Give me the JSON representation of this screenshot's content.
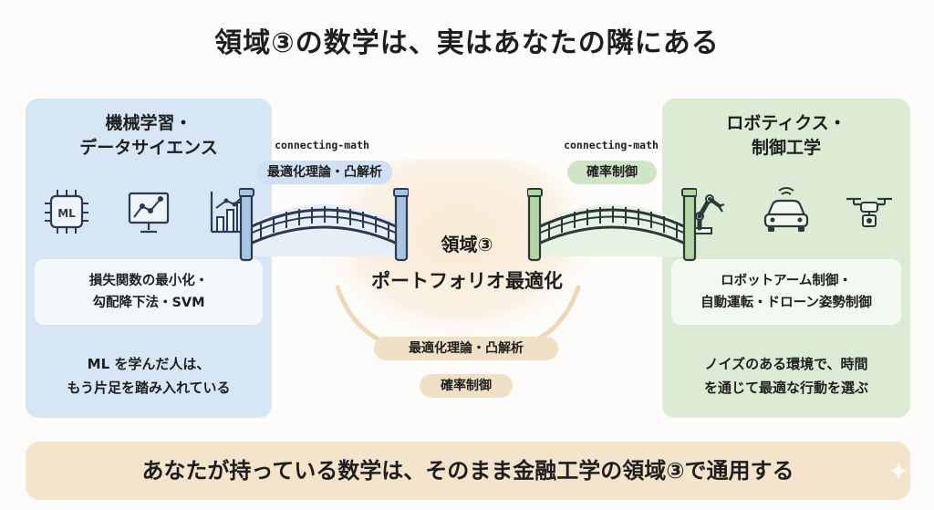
{
  "title": "領域③の数学は、実はあなたの隣にある",
  "left_panel": {
    "heading_line1": "機械学習・",
    "heading_line2": "データサイエンス",
    "icons": [
      "ml-chip-icon",
      "analytics-board-icon",
      "bar-chart-icon"
    ],
    "ml_chip_text": "ML",
    "box_line1": "損失関数の最小化・",
    "box_line2": "勾配降下法・SVM",
    "note_line1": "ML を学んだ人は、",
    "note_line2": "もう片足を踏み入れている"
  },
  "right_panel": {
    "heading_line1": "ロボティクス・",
    "heading_line2": "制御工学",
    "icons": [
      "robot-arm-icon",
      "self-driving-car-icon",
      "drone-icon"
    ],
    "box_line1": "ロボットアーム制御・",
    "box_line2": "自動運転・ドローン姿勢制御",
    "note_line1": "ノイズのある環境で、時間",
    "note_line2": "を通じて最適な行動を選ぶ"
  },
  "left_bridge": {
    "connector_label": "connecting-math",
    "pill": "最適化理論・凸解析"
  },
  "right_bridge": {
    "connector_label": "connecting-math",
    "pill": "確率制御"
  },
  "center": {
    "line1": "領域③",
    "line2": "ポートフォリオ最適化",
    "pill1": "最適化理論・凸解析",
    "pill2": "確率制御"
  },
  "banner": "あなたが持っている数学は、そのまま金融工学の領域③で通用する",
  "colors": {
    "left_panel": "#d7e6f4",
    "right_panel": "#dcebd3",
    "bridge_blue": "#a9c4e2",
    "bridge_green": "#b4d6a6",
    "center_glow": "#f6e8d2",
    "banner": "#f3e4cb"
  }
}
